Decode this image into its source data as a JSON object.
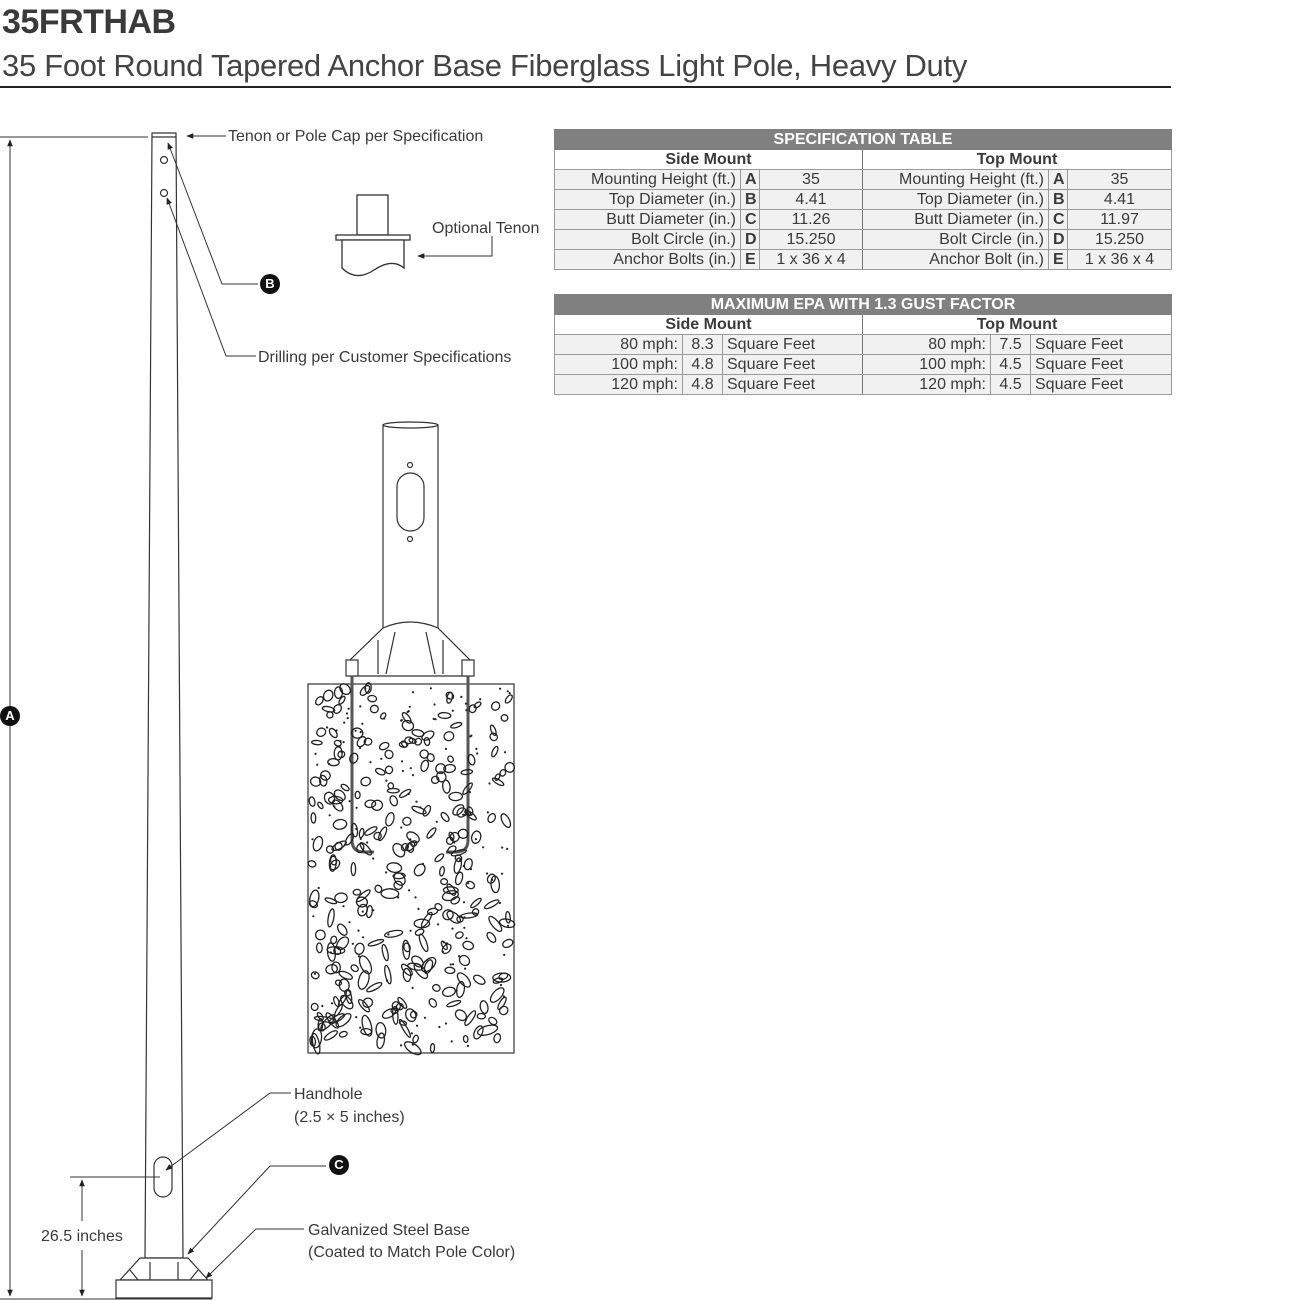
{
  "header": {
    "product_code": "35FRTHAB",
    "product_title": "35 Foot Round Tapered Anchor Base Fiberglass Light Pole, Heavy Duty"
  },
  "drawing_labels": {
    "tenon_cap": "Tenon or Pole Cap per Specification",
    "optional_tenon": "Optional Tenon",
    "drilling": "Drilling per Customer Specifications",
    "handhole_1": "Handhole",
    "handhole_2": "(2.5 × 5 inches)",
    "handhole_height": "26.5 inches",
    "base_1": "Galvanized Steel Base",
    "base_2": "(Coated to Match Pole Color)",
    "callout_a": "A",
    "callout_b": "B",
    "callout_c": "C"
  },
  "spec_table": {
    "title": "SPECIFICATION TABLE",
    "side_header": "Side Mount",
    "top_header": "Top Mount",
    "rows": [
      {
        "side_label": "Mounting Height (ft.)",
        "side_key": "A",
        "side_value": "35",
        "top_label": "Mounting Height (ft.)",
        "top_key": "A",
        "top_value": "35"
      },
      {
        "side_label": "Top Diameter (in.)",
        "side_key": "B",
        "side_value": "4.41",
        "top_label": "Top Diameter (in.)",
        "top_key": "B",
        "top_value": "4.41"
      },
      {
        "side_label": "Butt Diameter (in.)",
        "side_key": "C",
        "side_value": "11.26",
        "top_label": "Butt Diameter (in.)",
        "top_key": "C",
        "top_value": "11.97"
      },
      {
        "side_label": "Bolt Circle (in.)",
        "side_key": "D",
        "side_value": "15.250",
        "top_label": "Bolt Circle (in.)",
        "top_key": "D",
        "top_value": "15.250"
      },
      {
        "side_label": "Anchor Bolts (in.)",
        "side_key": "E",
        "side_value": "1 x 36 x 4",
        "top_label": "Anchor Bolt (in.)",
        "top_key": "E",
        "top_value": "1 x 36 x 4"
      }
    ]
  },
  "epa_table": {
    "title": "MAXIMUM EPA WITH 1.3 GUST FACTOR",
    "side_header": "Side Mount",
    "top_header": "Top Mount",
    "rows": [
      {
        "side_speed": "80 mph:",
        "side_value": "8.3",
        "side_unit": "Square Feet",
        "top_speed": "80 mph:",
        "top_value": "7.5",
        "top_unit": "Square Feet"
      },
      {
        "side_speed": "100 mph:",
        "side_value": "4.8",
        "side_unit": "Square Feet",
        "top_speed": "100 mph:",
        "top_value": "4.5",
        "top_unit": "Square Feet"
      },
      {
        "side_speed": "120 mph:",
        "side_value": "4.8",
        "side_unit": "Square Feet",
        "top_speed": "120 mph:",
        "top_value": "4.5",
        "top_unit": "Square Feet"
      }
    ]
  }
}
